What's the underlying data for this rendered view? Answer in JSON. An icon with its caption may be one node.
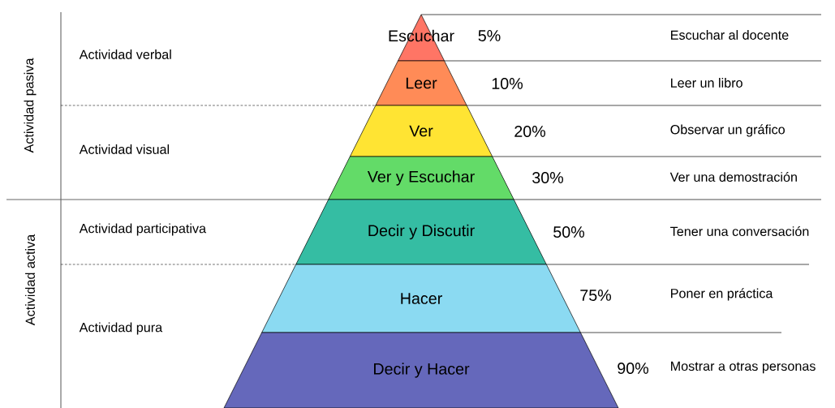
{
  "diagram": {
    "nodes": [
      {
        "text": [
          "Escuchar"
        ],
        "beside": [
          "5%"
        ]
      },
      {
        "text": [
          "Leer"
        ],
        "beside": [
          "10%"
        ]
      },
      {
        "text": [
          "Ver"
        ],
        "beside": [
          "20%"
        ]
      },
      {
        "text": [
          "Ver y Escuchar"
        ],
        "beside": [
          "30%"
        ]
      },
      {
        "text": [
          "Decir y Discutir"
        ],
        "beside": [
          "50%"
        ]
      },
      {
        "text": [
          "Hacer"
        ],
        "beside": [
          "75%"
        ]
      },
      {
        "text": [
          "Decir y Hacer"
        ],
        "beside": [
          "90%"
        ]
      }
    ],
    "labels": [
      "Actividad pasiva",
      "Actividad verbal",
      "Actividad visual",
      "Actividad activa",
      "Actividad participativa",
      "Actividad pura",
      "Escuchar al docente",
      "Leer un libro",
      "Observar un gráfico",
      "Ver una demostración",
      "Tener una conversación",
      "Poner en práctica",
      "Mostrar a otras personas"
    ]
  }
}
